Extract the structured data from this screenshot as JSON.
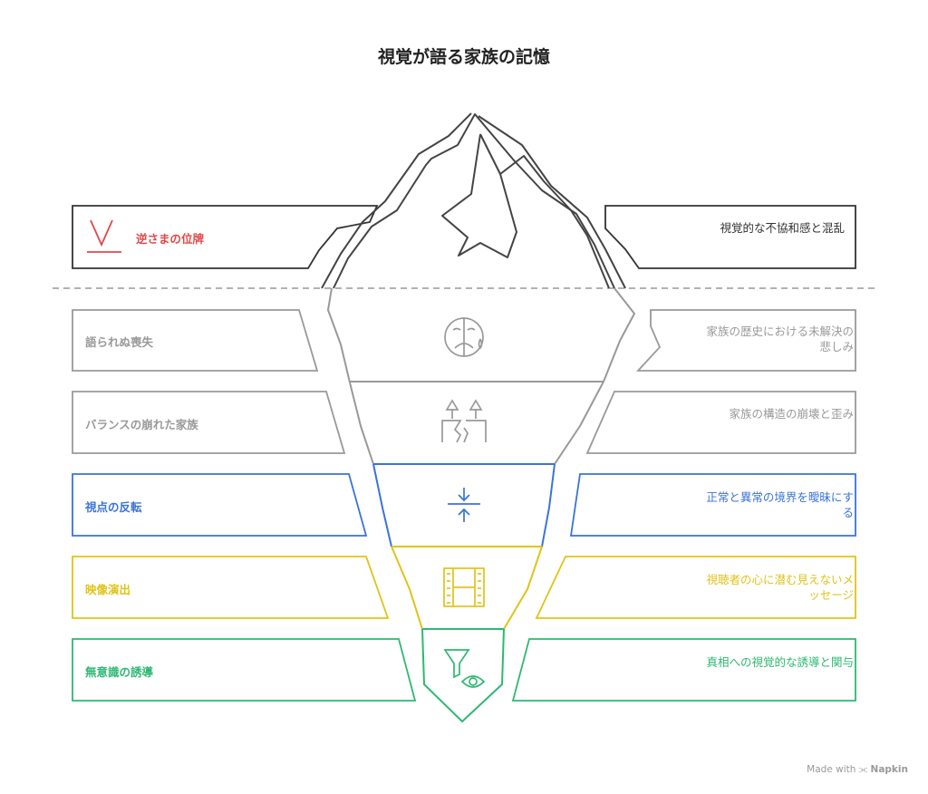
{
  "title": "視覚が語る家族の記憶",
  "layers": [
    {
      "label": "逆さまの位牌",
      "description": "視覚的な不協和感と混乱",
      "icon": "inverted-tablet-icon",
      "color": "#333333",
      "label_color": "#e0484b"
    },
    {
      "label": "語られぬ喪失",
      "description": "家族の歴史における未解決の悲しみ",
      "icon": "sad-face-icon",
      "color": "#999999"
    },
    {
      "label": "バランスの崩れた家族",
      "description": "家族の構造の崩壊と歪み",
      "icon": "broken-structure-icon",
      "color": "#999999"
    },
    {
      "label": "視点の反転",
      "description": "正常と異常の境界を曖昧にする",
      "icon": "converging-arrows-icon",
      "color": "#3b73d9"
    },
    {
      "label": "映像演出",
      "description": "視聴者の心に潜む見えないメッセージ",
      "icon": "film-strip-icon",
      "color": "#e0c31a"
    },
    {
      "label": "無意識の誘導",
      "description": "真相への視覚的な誘導と関与",
      "icon": "funnel-eye-icon",
      "color": "#2eb872"
    }
  ],
  "footer": {
    "prefix": "Made with",
    "brand": "Napkin"
  }
}
